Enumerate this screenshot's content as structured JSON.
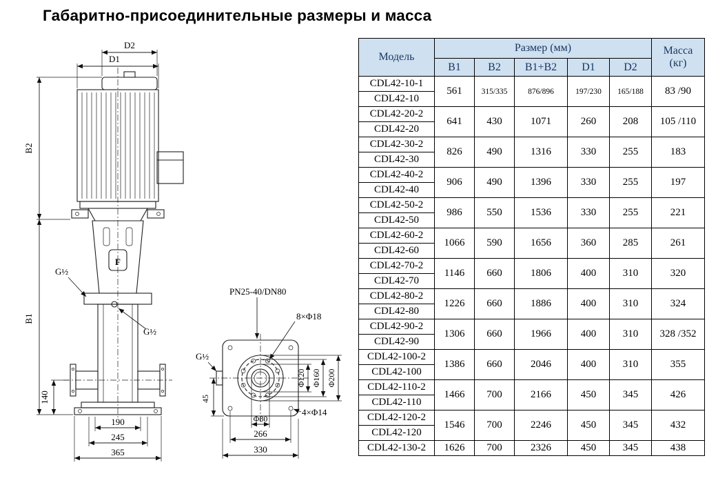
{
  "page": {
    "title": "Габаритно-присоединительные размеры и масса"
  },
  "drawing": {
    "labels": {
      "d2": "D2",
      "d1": "D1",
      "b2": "B2",
      "b1": "B1",
      "g_half": "G½",
      "dim140": "140",
      "dim190": "190",
      "dim245": "245",
      "dim365": "365",
      "dim45": "45",
      "pn": "PN25-40/DN80",
      "bolt8": "8×Φ18",
      "phi120": "Φ120",
      "phi160": "Φ160",
      "phi200": "Φ200",
      "phi80": "Φ80",
      "dim266": "266",
      "dim330": "330",
      "bolt4": "4×Φ14",
      "logo": "F"
    }
  },
  "table": {
    "header": {
      "model": "Модель",
      "size": "Размер (мм)",
      "mass_line1": "Масса",
      "mass_line2": "(кг)",
      "cols": [
        "B1",
        "B2",
        "B1+B2",
        "D1",
        "D2"
      ]
    },
    "groups": [
      {
        "models": [
          "CDL42-10-1",
          "CDL42-10"
        ],
        "b1": "561",
        "b2": "315/335",
        "b1b2": "876/896",
        "d1": "197/230",
        "d2": "165/188",
        "mass": "83 /90"
      },
      {
        "models": [
          "CDL42-20-2",
          "CDL42-20"
        ],
        "b1": "641",
        "b2": "430",
        "b1b2": "1071",
        "d1": "260",
        "d2": "208",
        "mass": "105 /110"
      },
      {
        "models": [
          "CDL42-30-2",
          "CDL42-30"
        ],
        "b1": "826",
        "b2": "490",
        "b1b2": "1316",
        "d1": "330",
        "d2": "255",
        "mass": "183"
      },
      {
        "models": [
          "CDL42-40-2",
          "CDL42-40"
        ],
        "b1": "906",
        "b2": "490",
        "b1b2": "1396",
        "d1": "330",
        "d2": "255",
        "mass": "197"
      },
      {
        "models": [
          "CDL42-50-2",
          "CDL42-50"
        ],
        "b1": "986",
        "b2": "550",
        "b1b2": "1536",
        "d1": "330",
        "d2": "255",
        "mass": "221"
      },
      {
        "models": [
          "CDL42-60-2",
          "CDL42-60"
        ],
        "b1": "1066",
        "b2": "590",
        "b1b2": "1656",
        "d1": "360",
        "d2": "285",
        "mass": "261"
      },
      {
        "models": [
          "CDL42-70-2",
          "CDL42-70"
        ],
        "b1": "1146",
        "b2": "660",
        "b1b2": "1806",
        "d1": "400",
        "d2": "310",
        "mass": "320"
      },
      {
        "models": [
          "CDL42-80-2",
          "CDL42-80"
        ],
        "b1": "1226",
        "b2": "660",
        "b1b2": "1886",
        "d1": "400",
        "d2": "310",
        "mass": "324"
      },
      {
        "models": [
          "CDL42-90-2",
          "CDL42-90"
        ],
        "b1": "1306",
        "b2": "660",
        "b1b2": "1966",
        "d1": "400",
        "d2": "310",
        "mass": "328 /352"
      },
      {
        "models": [
          "CDL42-100-2",
          "CDL42-100"
        ],
        "b1": "1386",
        "b2": "660",
        "b1b2": "2046",
        "d1": "400",
        "d2": "310",
        "mass": "355"
      },
      {
        "models": [
          "CDL42-110-2",
          "CDL42-110"
        ],
        "b1": "1466",
        "b2": "700",
        "b1b2": "2166",
        "d1": "450",
        "d2": "345",
        "mass": "426"
      },
      {
        "models": [
          "CDL42-120-2",
          "CDL42-120"
        ],
        "b1": "1546",
        "b2": "700",
        "b1b2": "2246",
        "d1": "450",
        "d2": "345",
        "mass": "432"
      },
      {
        "models": [
          "CDL42-130-2"
        ],
        "b1": "1626",
        "b2": "700",
        "b1b2": "2326",
        "d1": "450",
        "d2": "345",
        "mass": "438"
      }
    ]
  }
}
